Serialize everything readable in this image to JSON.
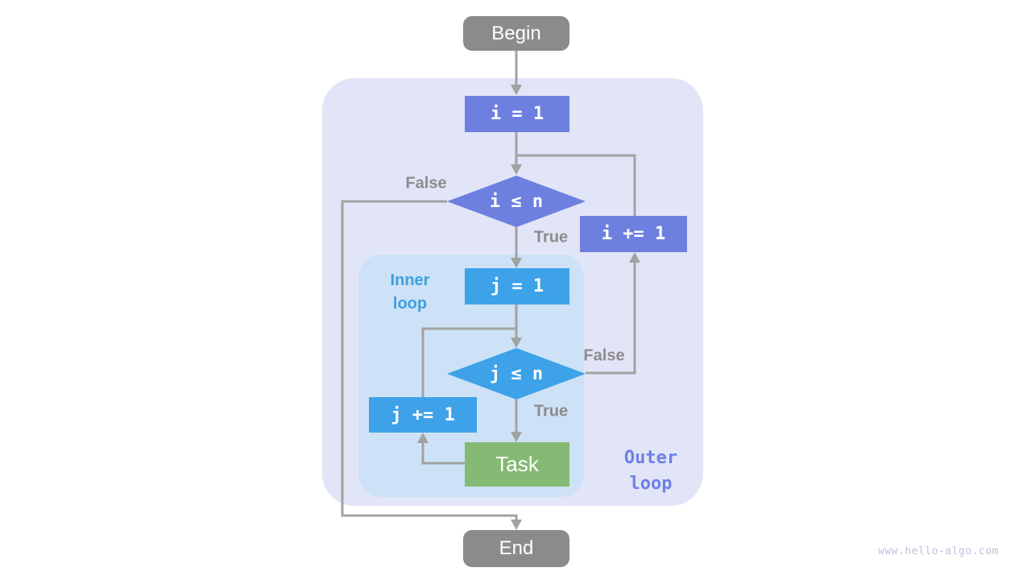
{
  "diagram": {
    "nodes": {
      "begin": "Begin",
      "init_i": "i = 1",
      "cond_i": "i ≤ n",
      "inc_i": "i += 1",
      "init_j": "j = 1",
      "cond_j": "j ≤ n",
      "inc_j": "j += 1",
      "task": "Task",
      "end": "End"
    },
    "edge_labels": {
      "cond_i_false": "False",
      "cond_i_true": "True",
      "cond_j_false": "False",
      "cond_j_true": "True"
    },
    "regions": {
      "inner_label": "Inner loop",
      "outer_label": "Outer loop"
    },
    "watermark": "www.hello-algo.com",
    "colors": {
      "terminal_gray": "#8b8b8b",
      "outer_accent_blue": "#6d80e0",
      "inner_accent_blue": "#3da2e8",
      "task_green": "#84ba74",
      "outer_region_bg": "#e2e5f8",
      "inner_region_bg": "#cde2f6",
      "connector_gray": "#a2a2a2",
      "edge_label_gray": "#8c8c8c",
      "inner_label_text": "#3f9fe0",
      "outer_label_text": "#6d80e4",
      "watermark_gray": "#bdc3da"
    }
  }
}
